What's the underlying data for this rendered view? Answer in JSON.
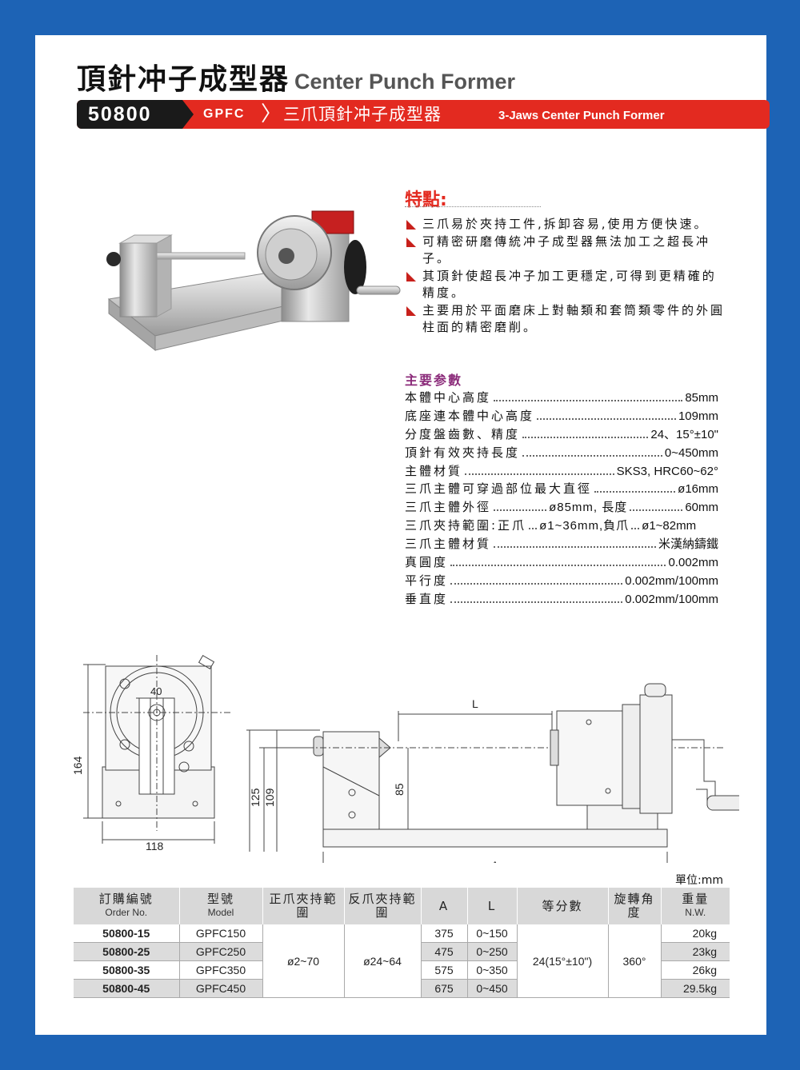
{
  "header": {
    "title_cn": "頂針冲子成型器",
    "title_en": "Center Punch Former",
    "code": "50800",
    "model": "GPFC",
    "subtitle_cn": "三爪頂針冲子成型器",
    "subtitle_en": "3-Jaws Center Punch Former"
  },
  "features": {
    "heading": "特點:",
    "items": [
      "三爪易於夾持工件,拆卸容易,使用方便快速。",
      "可精密研磨傳統冲子成型器無法加工之超長冲子。",
      "其頂針使超長冲子加工更穩定,可得到更精確的精度。",
      "主要用於平面磨床上對軸類和套筒類零件的外圓柱面的精密磨削。"
    ]
  },
  "specs": {
    "heading": "主要参數",
    "rows": [
      {
        "key": "本體中心高度",
        "value": "85mm"
      },
      {
        "key": "底座連本體中心高度",
        "value": "109mm"
      },
      {
        "key": "分度盤齒數、精度",
        "value": "24、15°±10\""
      },
      {
        "key": "頂針有效夾持長度",
        "value": "0~450mm"
      },
      {
        "key": "主體材質",
        "value": "SKS3, HRC60~62°"
      },
      {
        "key": "三爪主體可穿過部位最大直徑",
        "value": "ø16mm"
      },
      {
        "key": "三爪主體外徑",
        "mid": "ø85mm, 長度",
        "value": "60mm"
      },
      {
        "key": "三爪夾持範圍:正爪",
        "mid": "ø1~36mm,負爪",
        "value": "ø1~82mm"
      },
      {
        "key": "三爪主體材質",
        "value": "米漢納鑄鐵"
      },
      {
        "key": "真圓度",
        "value": "0.002mm"
      },
      {
        "key": "平行度",
        "value": "0.002mm/100mm"
      },
      {
        "key": "垂直度",
        "value": "0.002mm/100mm"
      }
    ]
  },
  "drawing": {
    "dim_164": "164",
    "dim_40": "40",
    "dim_118": "118",
    "dim_125": "125",
    "dim_109": "109",
    "dim_85": "85",
    "dim_L": "L",
    "dim_A": "A"
  },
  "table": {
    "unit": "單位:mm",
    "headers": [
      {
        "cn": "訂購編號",
        "en": "Order No."
      },
      {
        "cn": "型號",
        "en": "Model"
      },
      {
        "cn": "正爪夾持範圍",
        "en": ""
      },
      {
        "cn": "反爪夾持範圍",
        "en": ""
      },
      {
        "cn": "A",
        "en": ""
      },
      {
        "cn": "L",
        "en": ""
      },
      {
        "cn": "等分數",
        "en": ""
      },
      {
        "cn": "旋轉角度",
        "en": ""
      },
      {
        "cn": "重量",
        "en": "N.W."
      }
    ],
    "rows": [
      {
        "order": "50800-15",
        "model": "GPFC150",
        "A": "375",
        "L": "0~150",
        "nw": "20kg"
      },
      {
        "order": "50800-25",
        "model": "GPFC250",
        "A": "475",
        "L": "0~250",
        "nw": "23kg"
      },
      {
        "order": "50800-35",
        "model": "GPFC350",
        "A": "575",
        "L": "0~350",
        "nw": "26kg"
      },
      {
        "order": "50800-45",
        "model": "GPFC450",
        "A": "675",
        "L": "0~450",
        "nw": "29.5kg"
      }
    ],
    "jaw_forward": "ø2~70",
    "jaw_reverse": "ø24~64",
    "division": "24(15°±10\")",
    "rotation": "360°"
  }
}
